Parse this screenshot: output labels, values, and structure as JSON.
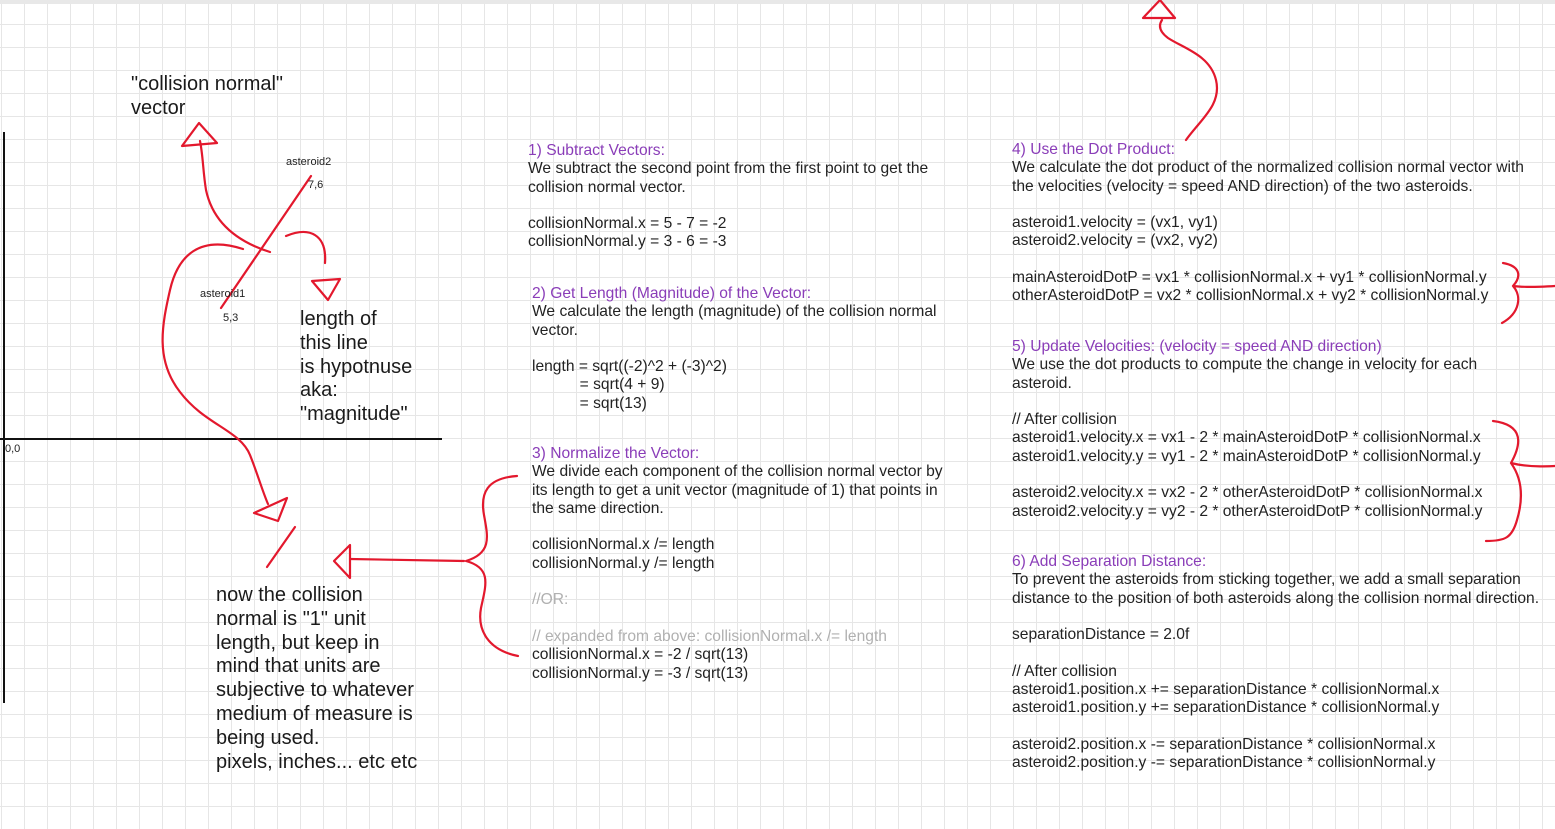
{
  "diagram": {
    "labels": {
      "collision_normal": [
        "\"collision normal\"",
        "vector"
      ],
      "asteroid2": "asteroid2",
      "asteroid2_coord": "7,6",
      "asteroid1": "asteroid1",
      "asteroid1_coord": "5,3",
      "origin": "0,0",
      "hypotenuse_note": [
        "length of",
        "this line",
        "is hypotnuse",
        "aka:",
        "\"magnitude\""
      ],
      "unit_note": [
        "now the collision",
        "normal is \"1\" unit",
        "length, but keep in",
        "mind that units are",
        "subjective to whatever",
        "medium of measure is",
        "being used.",
        "pixels, inches... etc etc"
      ]
    },
    "ink_color": "#e3182d"
  },
  "steps": [
    {
      "heading": "1) Subtract Vectors:",
      "lines": [
        {
          "t": "We subtract the second point from the first point to get the",
          "s": "n"
        },
        {
          "t": "collision normal vector.",
          "s": "n"
        },
        {
          "t": "",
          "s": "n"
        },
        {
          "t": "collisionNormal.x = 5 - 7 = -2",
          "s": "n"
        },
        {
          "t": "collisionNormal.y = 3 - 6 = -3",
          "s": "n"
        }
      ]
    },
    {
      "heading": "2) Get Length (Magnitude) of the Vector:",
      "lines": [
        {
          "t": "We calculate the length (magnitude) of the collision normal",
          "s": "n"
        },
        {
          "t": "vector.",
          "s": "n"
        },
        {
          "t": "",
          "s": "n"
        },
        {
          "t": "length = sqrt((-2)^2 + (-3)^2)",
          "s": "n"
        },
        {
          "t": "           = sqrt(4 + 9)",
          "s": "n"
        },
        {
          "t": "           = sqrt(13)",
          "s": "n"
        }
      ]
    },
    {
      "heading": "3) Normalize the Vector:",
      "lines": [
        {
          "t": "We divide each component of the collision normal vector by",
          "s": "n"
        },
        {
          "t": "its length to get a unit vector (magnitude of 1) that points in",
          "s": "n"
        },
        {
          "t": "the same direction.",
          "s": "n"
        },
        {
          "t": "",
          "s": "n"
        },
        {
          "t": "collisionNormal.x /= length",
          "s": "n"
        },
        {
          "t": "collisionNormal.y /= length",
          "s": "n"
        },
        {
          "t": "",
          "s": "n"
        },
        {
          "t": "//OR:",
          "s": "d"
        },
        {
          "t": "",
          "s": "n"
        },
        {
          "t": "// expanded from above: collisionNormal.x /= length",
          "s": "d"
        },
        {
          "t": "collisionNormal.x = -2 / sqrt(13)",
          "s": "n"
        },
        {
          "t": "collisionNormal.y = -3 / sqrt(13)",
          "s": "n"
        }
      ]
    },
    {
      "heading": "4) Use the Dot Product:",
      "lines": [
        {
          "t": "We calculate the dot product of the normalized collision normal vector with",
          "s": "n"
        },
        {
          "t": "the velocities (velocity = speed AND direction) of the two asteroids.",
          "s": "n"
        },
        {
          "t": "",
          "s": "n"
        },
        {
          "t": "asteroid1.velocity = (vx1, vy1)",
          "s": "n"
        },
        {
          "t": "asteroid2.velocity = (vx2, vy2)",
          "s": "n"
        },
        {
          "t": "",
          "s": "n"
        },
        {
          "t": "mainAsteroidDotP = vx1 * collisionNormal.x + vy1 * collisionNormal.y",
          "s": "n"
        },
        {
          "t": "otherAsteroidDotP = vx2 * collisionNormal.x + vy2 * collisionNormal.y",
          "s": "n"
        }
      ]
    },
    {
      "heading": "5) Update Velocities: (velocity = speed AND direction)",
      "lines": [
        {
          "t": "We use the dot products to compute the change in velocity for each",
          "s": "n"
        },
        {
          "t": "asteroid.",
          "s": "n"
        },
        {
          "t": "",
          "s": "n"
        },
        {
          "t": "// After collision",
          "s": "n"
        },
        {
          "t": "asteroid1.velocity.x = vx1 - 2 * mainAsteroidDotP * collisionNormal.x",
          "s": "n"
        },
        {
          "t": "asteroid1.velocity.y = vy1 - 2 * mainAsteroidDotP * collisionNormal.y",
          "s": "n"
        },
        {
          "t": "",
          "s": "n"
        },
        {
          "t": "asteroid2.velocity.x = vx2 - 2 * otherAsteroidDotP * collisionNormal.x",
          "s": "n"
        },
        {
          "t": "asteroid2.velocity.y = vy2 - 2 * otherAsteroidDotP * collisionNormal.y",
          "s": "n"
        }
      ]
    },
    {
      "heading": "6) Add Separation Distance:",
      "lines": [
        {
          "t": "To prevent the asteroids from sticking together, we add a small separation",
          "s": "n"
        },
        {
          "t": "distance to the position of both asteroids along the collision normal direction.",
          "s": "n"
        },
        {
          "t": "",
          "s": "n"
        },
        {
          "t": "separationDistance = 2.0f",
          "s": "n"
        },
        {
          "t": "",
          "s": "n"
        },
        {
          "t": "// After collision",
          "s": "n"
        },
        {
          "t": "asteroid1.position.x += separationDistance * collisionNormal.x",
          "s": "n"
        },
        {
          "t": "asteroid1.position.y += separationDistance * collisionNormal.y",
          "s": "n"
        },
        {
          "t": "",
          "s": "n"
        },
        {
          "t": "asteroid2.position.x -= separationDistance * collisionNormal.x",
          "s": "n"
        },
        {
          "t": "asteroid2.position.y -= separationDistance * collisionNormal.y",
          "s": "n"
        }
      ]
    }
  ]
}
